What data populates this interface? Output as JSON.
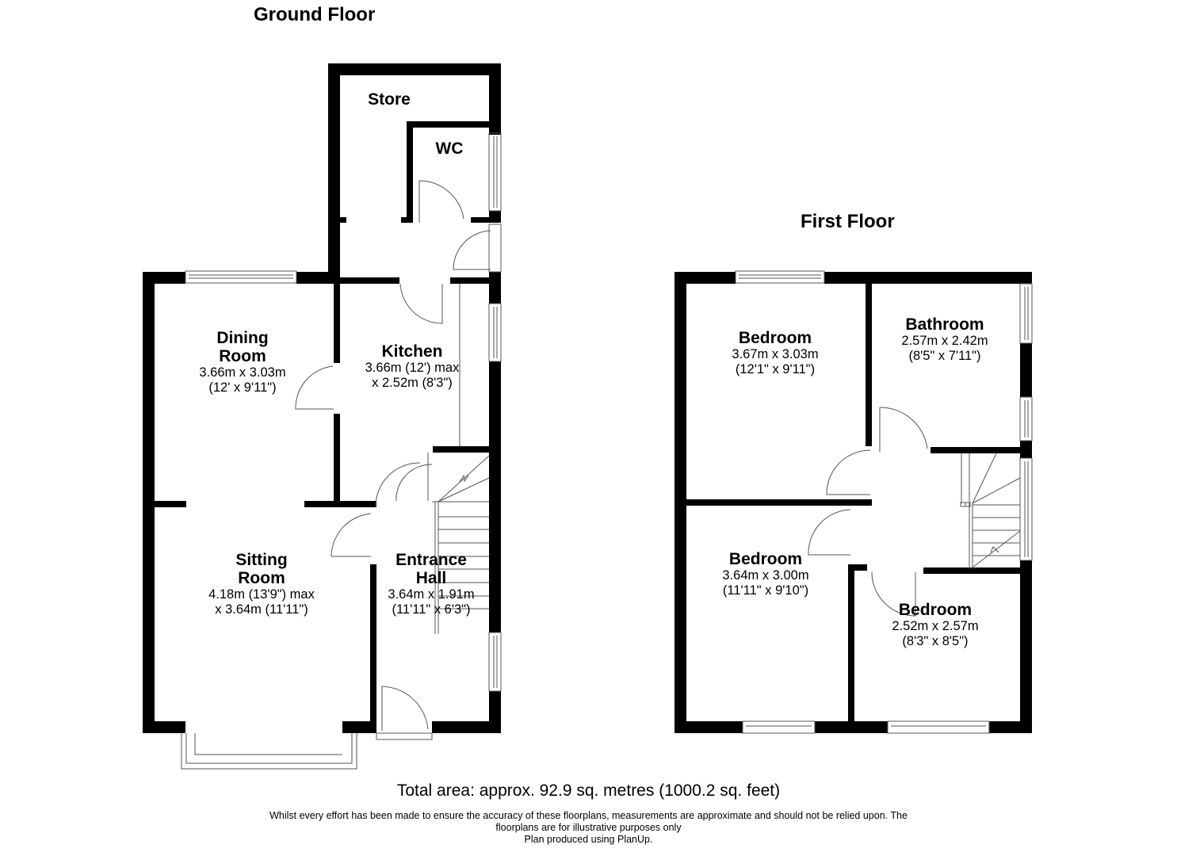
{
  "ground_floor": {
    "title": "Ground Floor",
    "rooms": {
      "store": {
        "name": "Store"
      },
      "wc": {
        "name": "WC"
      },
      "dining_room": {
        "name_line1": "Dining",
        "name_line2": "Room",
        "dim_metric": "3.66m x 3.03m",
        "dim_imperial": "(12' x 9'11\")"
      },
      "kitchen": {
        "name": "Kitchen",
        "dim_line1": "3.66m (12') max",
        "dim_line2": "x 2.52m (8'3\")"
      },
      "sitting_room": {
        "name_line1": "Sitting",
        "name_line2": "Room",
        "dim_line1": "4.18m (13'9\") max",
        "dim_line2": "x 3.64m (11'11\")"
      },
      "entrance_hall": {
        "name_line1": "Entrance",
        "name_line2": "Hall",
        "dim_metric": "3.64m x 1.91m",
        "dim_imperial": "(11'11\" x 6'3\")"
      }
    }
  },
  "first_floor": {
    "title": "First Floor",
    "rooms": {
      "bedroom_front_left": {
        "name": "Bedroom",
        "dim_metric": "3.67m x 3.03m",
        "dim_imperial": "(12'1\" x 9'11\")"
      },
      "bathroom": {
        "name": "Bathroom",
        "dim_metric": "2.57m x 2.42m",
        "dim_imperial": "(8'5\" x 7'11\")"
      },
      "bedroom_rear_left": {
        "name": "Bedroom",
        "dim_metric": "3.64m x 3.00m",
        "dim_imperial": "(11'11\" x 9'10\")"
      },
      "bedroom_rear_right": {
        "name": "Bedroom",
        "dim_metric": "2.52m x 2.57m",
        "dim_imperial": "(8'3\" x 8'5\")"
      }
    }
  },
  "footer": {
    "total_area": "Total area: approx. 92.9 sq. metres (1000.2 sq. feet)",
    "disclaimer_line1": "Whilst every effort has been made to ensure the accuracy of these floorplans, measurements are approximate and should not be relied upon. The",
    "disclaimer_line2": "floorplans are for illustrative purposes only",
    "credit": "Plan produced using PlanUp."
  },
  "colors": {
    "wall": "#000000",
    "fixture_line": "#555555",
    "background": "#ffffff"
  }
}
